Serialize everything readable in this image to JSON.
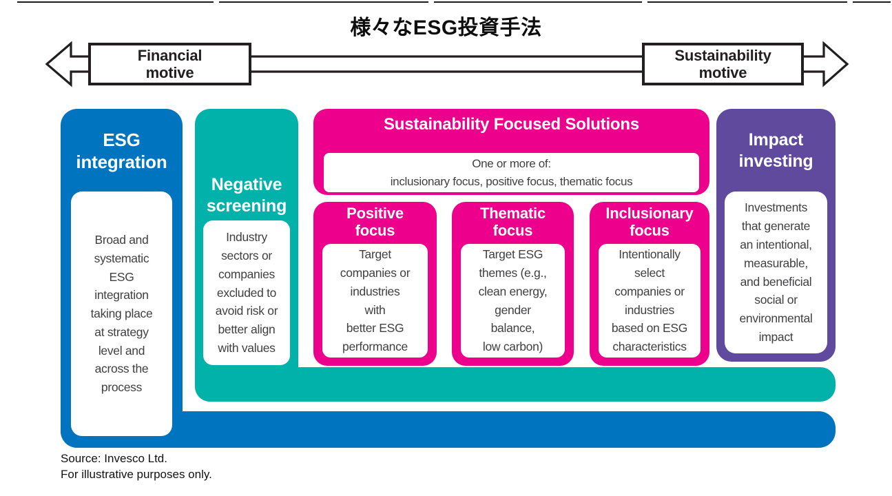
{
  "title": "様々なESG投資手法",
  "spectrum": {
    "left": "Financial\nmotive",
    "right": "Sustainability\nmotive"
  },
  "icons": {
    "double_arrow": "outline-double-headed-horizontal-arrow"
  },
  "colors": {
    "blue": "#0074bf",
    "teal": "#00b2a9",
    "pink": "#ec008c",
    "purple": "#5f4a9e",
    "outline_black": "#231f20",
    "body_text": "#414042"
  },
  "blocks": {
    "esg_integration": {
      "heading": "ESG\nintegration",
      "body": "Broad and\nsystematic\nESG\nintegration\ntaking place\nat strategy\nlevel and\nacross the\nprocess"
    },
    "negative_screening": {
      "heading": "Negative\nscreening",
      "body": "Industry\nsectors or\ncompanies\nexcluded to\navoid risk or\nbetter align\nwith values"
    },
    "sustainability_focused_solutions": {
      "heading": "Sustainability Focused Solutions",
      "body": "One or more of:\ninclusionary focus, positive focus, thematic focus",
      "children": {
        "positive_focus": {
          "heading": "Positive\nfocus",
          "body": "Target\ncompanies or\nindustries\nwith\nbetter ESG\nperformance"
        },
        "thematic_focus": {
          "heading": "Thematic\nfocus",
          "body": "Target ESG\nthemes (e.g.,\nclean energy,\ngender\nbalance,\nlow carbon)"
        },
        "inclusionary_focus": {
          "heading": "Inclusionary\nfocus",
          "body": "Intentionally\nselect\ncompanies or\nindustries\nbased on ESG\ncharacteristics"
        }
      }
    },
    "impact_investing": {
      "heading": "Impact\ninvesting",
      "body": "Investments\nthat generate\nan intentional,\nmeasurable,\nand beneficial\nsocial or\nenvironmental\nimpact"
    }
  },
  "footer": {
    "source": "Source: Invesco Ltd.",
    "note": "For illustrative purposes only."
  }
}
